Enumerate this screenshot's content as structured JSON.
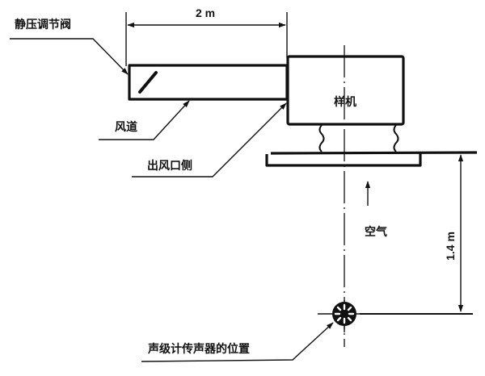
{
  "labels": {
    "damper": "静压调节阀",
    "duct": "风道",
    "outlet_side": "出风口侧",
    "sample_unit": "样机",
    "air": "空气",
    "mic_position": "声级计传声器的位置"
  },
  "dimensions": {
    "duct_length": "2 m",
    "mic_height": "1.4 m"
  }
}
